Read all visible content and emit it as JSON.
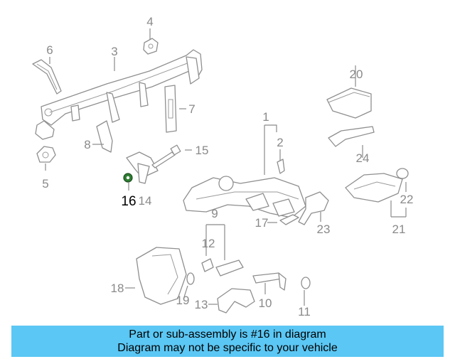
{
  "callouts": {
    "c1": "1",
    "c2": "2",
    "c3": "3",
    "c4": "4",
    "c5": "5",
    "c6": "6",
    "c7": "7",
    "c8": "8",
    "c9": "9",
    "c10": "10",
    "c11": "11",
    "c12": "12",
    "c13": "13",
    "c14": "14",
    "c15": "15",
    "c16": "16",
    "c17": "17",
    "c18": "18",
    "c19": "19",
    "c20": "20",
    "c21": "21",
    "c22": "22",
    "c23": "23",
    "c24": "24"
  },
  "highlight": {
    "callout": "16",
    "color": "#2e7d32"
  },
  "banner": {
    "line1": "Part or sub-assembly is #16 in diagram",
    "line2": "Diagram may not be specific to your vehicle",
    "background": "#5bc7f4"
  }
}
